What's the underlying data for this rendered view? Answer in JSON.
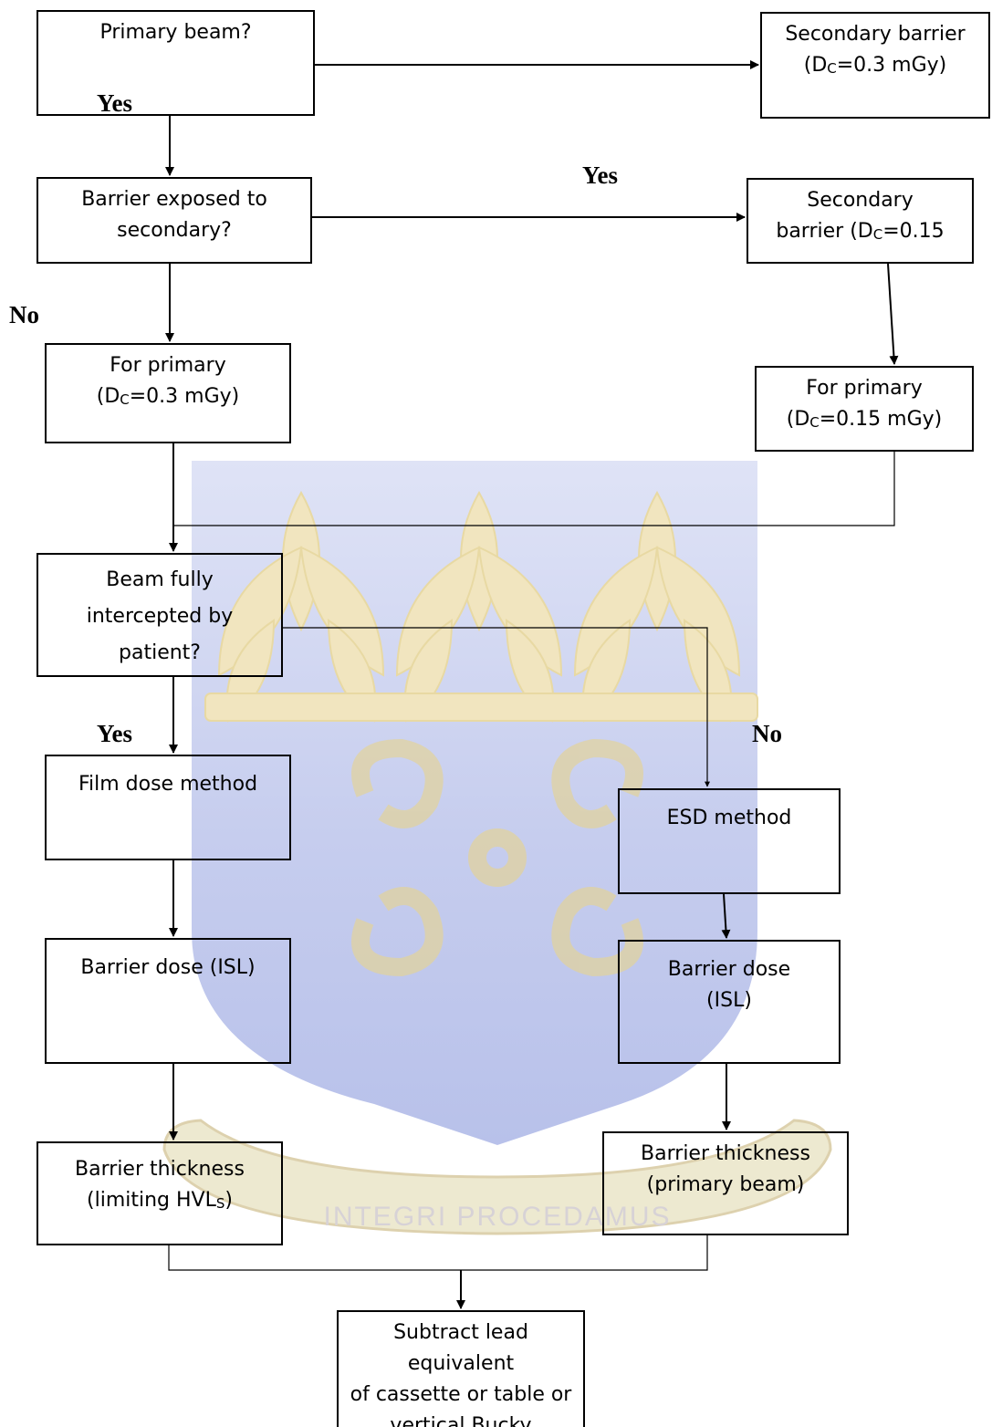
{
  "nodes": {
    "primary_beam": {
      "line1": "Primary beam?"
    },
    "secondary_barrier_03": {
      "line1": "Secondary barrier",
      "sub": "C",
      "line2_rest": "=0.3 mGy)"
    },
    "barrier_exposed": {
      "line1": "Barrier exposed to",
      "line2": "secondary?"
    },
    "secondary_barrier_015": {
      "line1": "Secondary",
      "line2_pre": "barrier (D",
      "sub": "C",
      "line2_rest": "=0.15"
    },
    "for_primary_03": {
      "line1": "For primary",
      "sub": "C",
      "line2_rest": "=0.3 mGy)"
    },
    "for_primary_015": {
      "line1": "For primary",
      "sub": "C",
      "line2_rest": "=0.15 mGy)"
    },
    "beam_fully": {
      "line1": "Beam fully",
      "line2": "intercepted by",
      "line3": "patient?"
    },
    "film_dose": {
      "line1": "Film dose method"
    },
    "esd": {
      "line1": "ESD method"
    },
    "barrier_dose_1": {
      "line1": "Barrier dose (ISL)"
    },
    "barrier_dose_2": {
      "line1": "Barrier dose",
      "line2": "(ISL)"
    },
    "thickness_1": {
      "line1": "Barrier thickness",
      "line2_pre": "(limiting HVL",
      "sub": "S",
      "line2_post": ")"
    },
    "thickness_2": {
      "line1": "Barrier thickness",
      "line2": "(primary beam)"
    },
    "subtract": {
      "line1": "Subtract lead equivalent",
      "line2": "of cassette or table or",
      "line3": "vertical Bucky"
    }
  },
  "labels": {
    "yes_1": "Yes",
    "yes_2": "Yes",
    "no_1": "No",
    "yes_3": "Yes",
    "no_2": "No"
  },
  "watermark": {
    "motto": "INTEGRI PROCEDAMUS"
  },
  "edges": [
    {
      "name": "edge-primary-to-secondary-03",
      "arrow": true
    },
    {
      "name": "edge-primary-to-exposed",
      "arrow": true
    },
    {
      "name": "edge-exposed-to-secondary-015",
      "arrow": true
    },
    {
      "name": "edge-exposed-to-for-primary-03",
      "arrow": true
    },
    {
      "name": "edge-secondary-015-to-for-primary-015",
      "arrow": true
    },
    {
      "name": "edge-for-primary-03-to-beam-fully",
      "arrow": true
    },
    {
      "name": "edge-for-primary-015-merge",
      "arrow": false
    },
    {
      "name": "edge-beam-fully-to-film-dose",
      "arrow": true
    },
    {
      "name": "edge-beam-fully-to-esd",
      "arrow": true
    },
    {
      "name": "edge-film-dose-to-barrier-dose",
      "arrow": true
    },
    {
      "name": "edge-esd-to-barrier-dose",
      "arrow": true
    },
    {
      "name": "edge-barrier-dose-to-thickness-hvl",
      "arrow": true
    },
    {
      "name": "edge-barrier-dose-to-thickness-primary",
      "arrow": true
    },
    {
      "name": "edge-thickness-merge",
      "arrow": false
    },
    {
      "name": "edge-merge-to-subtract",
      "arrow": true
    }
  ]
}
